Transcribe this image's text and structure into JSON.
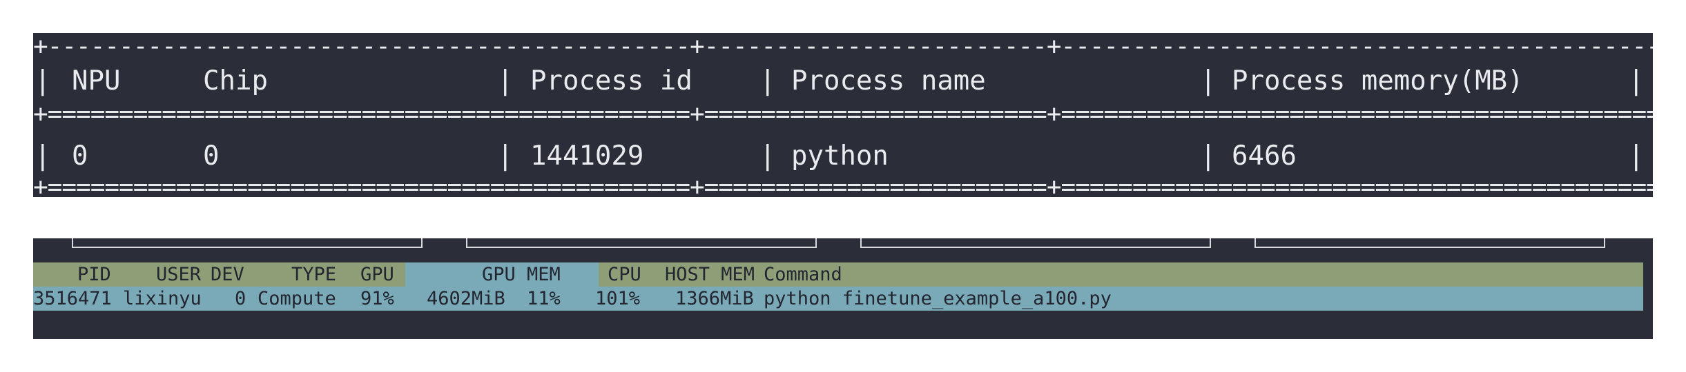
{
  "npu_smi": {
    "top_border": "+---------------------------------------------+------------------------+-----------------------------------------------------------------------------+",
    "header": {
      "pipe1": "|",
      "npu": "NPU",
      "chip": "Chip",
      "pipe2": "|",
      "process_id": "Process id",
      "pipe3": "|",
      "process_name": "Process name",
      "pipe4": "|",
      "process_memory": "Process memory(MB)",
      "pipe5": "|"
    },
    "mid_border": "+=============================================+========================+=============================================================================+",
    "row": {
      "pipe1": "|",
      "npu": "0",
      "chip": "0",
      "pipe2": "|",
      "process_id": "1441029",
      "pipe3": "|",
      "process_name": "python",
      "pipe4": "|",
      "process_memory": "6466",
      "pipe5": "|"
    },
    "bottom_border": "+=============================================+========================+=============================================================================+"
  },
  "nvtop": {
    "columns": {
      "pid": "PID",
      "user": "USER",
      "dev": "DEV",
      "type": "TYPE",
      "gpu": "GPU",
      "gpu_mem": "GPU MEM",
      "cpu": "CPU",
      "host_mem": "HOST MEM",
      "command": "Command"
    },
    "process": {
      "pid": "3516471",
      "user": "lixinyu",
      "dev": "0",
      "type": "Compute",
      "gpu": "91%",
      "gpu_mem": "4602MiB",
      "gpu_mem_pct": "11%",
      "cpu": "101%",
      "host_mem": "1366MiB",
      "command": "python finetune_example_a100.py"
    }
  },
  "colors": {
    "terminal_bg": "#2b2e38",
    "header_bar": "#8e9f78",
    "selected_row": "#7aaab8",
    "text_light": "#e9ebef"
  }
}
